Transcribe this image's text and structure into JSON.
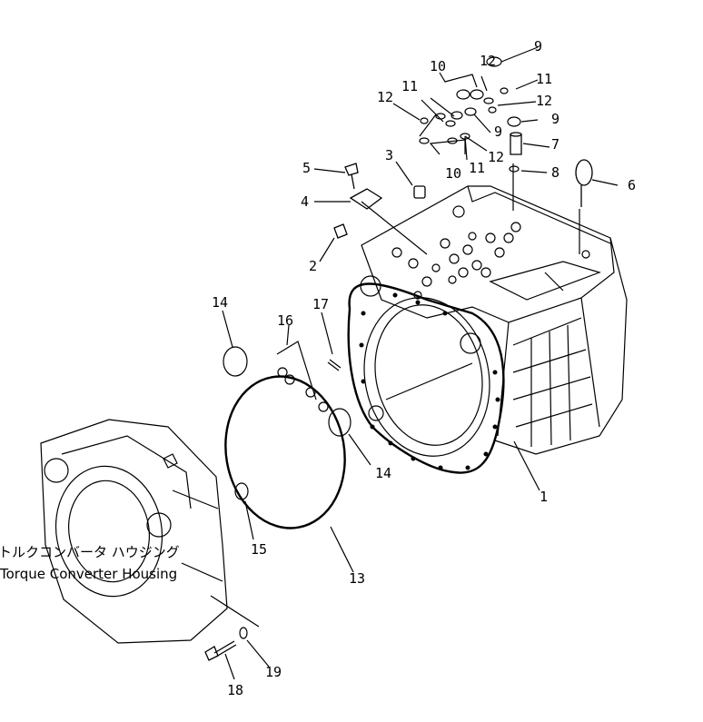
{
  "caption": {
    "jp": "トルクコンバータ ハウジング",
    "en": "Torque Converter Housing"
  },
  "callouts": {
    "c1": "1",
    "c2": "2",
    "c3": "3",
    "c4": "4",
    "c5": "5",
    "c6": "6",
    "c7": "7",
    "c8": "8",
    "c9a": "9",
    "c9b": "9",
    "c9c": "9",
    "c10a": "10",
    "c10b": "10",
    "c11a": "11",
    "c11b": "11",
    "c11c": "11",
    "c12a": "12",
    "c12b": "12",
    "c12c": "12",
    "c12d": "12",
    "c13": "13",
    "c14a": "14",
    "c14b": "14",
    "c15": "15",
    "c16": "16",
    "c17": "17",
    "c18": "18",
    "c19": "19"
  }
}
